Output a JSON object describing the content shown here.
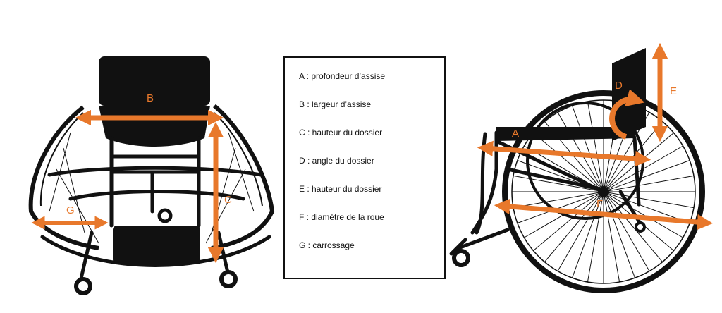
{
  "colors": {
    "arrow": "#e8782b",
    "frame": "#111111",
    "background": "#ffffff"
  },
  "front_view": {
    "labels": {
      "B": "B",
      "C": "C",
      "G": "G"
    }
  },
  "side_view": {
    "labels": {
      "A": "A",
      "D": "D",
      "E": "E",
      "F": "F"
    }
  },
  "legend": {
    "items": [
      {
        "text": "A : profondeur d’assise"
      },
      {
        "text": "B : largeur d’assise"
      },
      {
        "text": "C : hauteur du dossier"
      },
      {
        "text": "D : angle du dossier"
      },
      {
        "text": "E : hauteur du dossier"
      },
      {
        "text": "F : diamètre de la roue"
      },
      {
        "text": "G : carrossage"
      }
    ]
  }
}
